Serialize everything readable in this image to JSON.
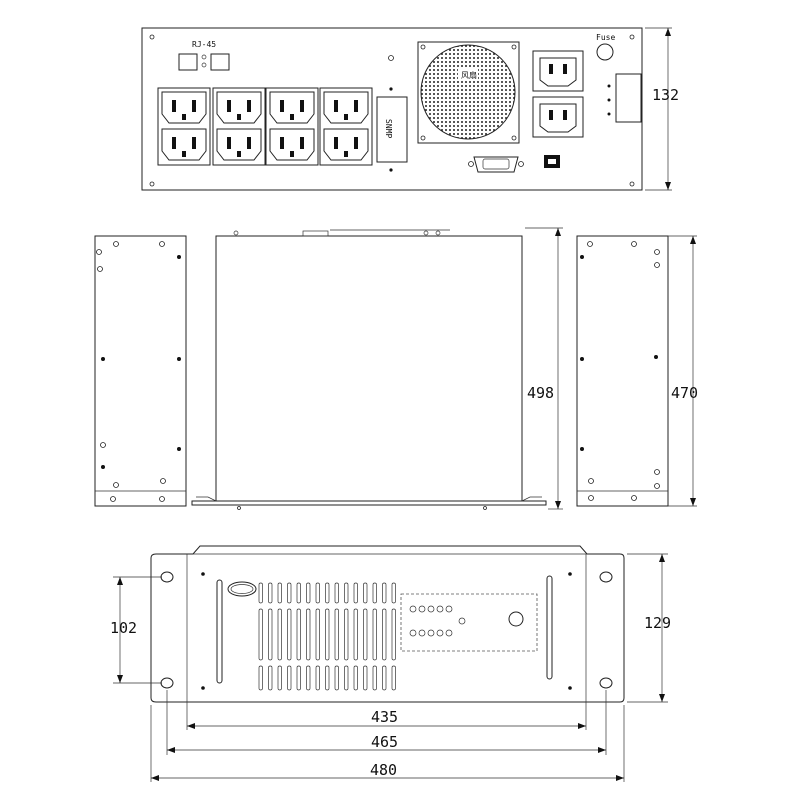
{
  "labels": {
    "rj45": "RJ-45",
    "fuse": "Fuse",
    "snmp": "SNMP",
    "fan_mark": "风扇"
  },
  "dimensions": {
    "rear_height": "132",
    "side_depth": "498",
    "side_depth_inner": "470",
    "front_hole_spacing": "102",
    "front_height": "129",
    "width_435": "435",
    "width_465": "465",
    "width_480": "480"
  }
}
